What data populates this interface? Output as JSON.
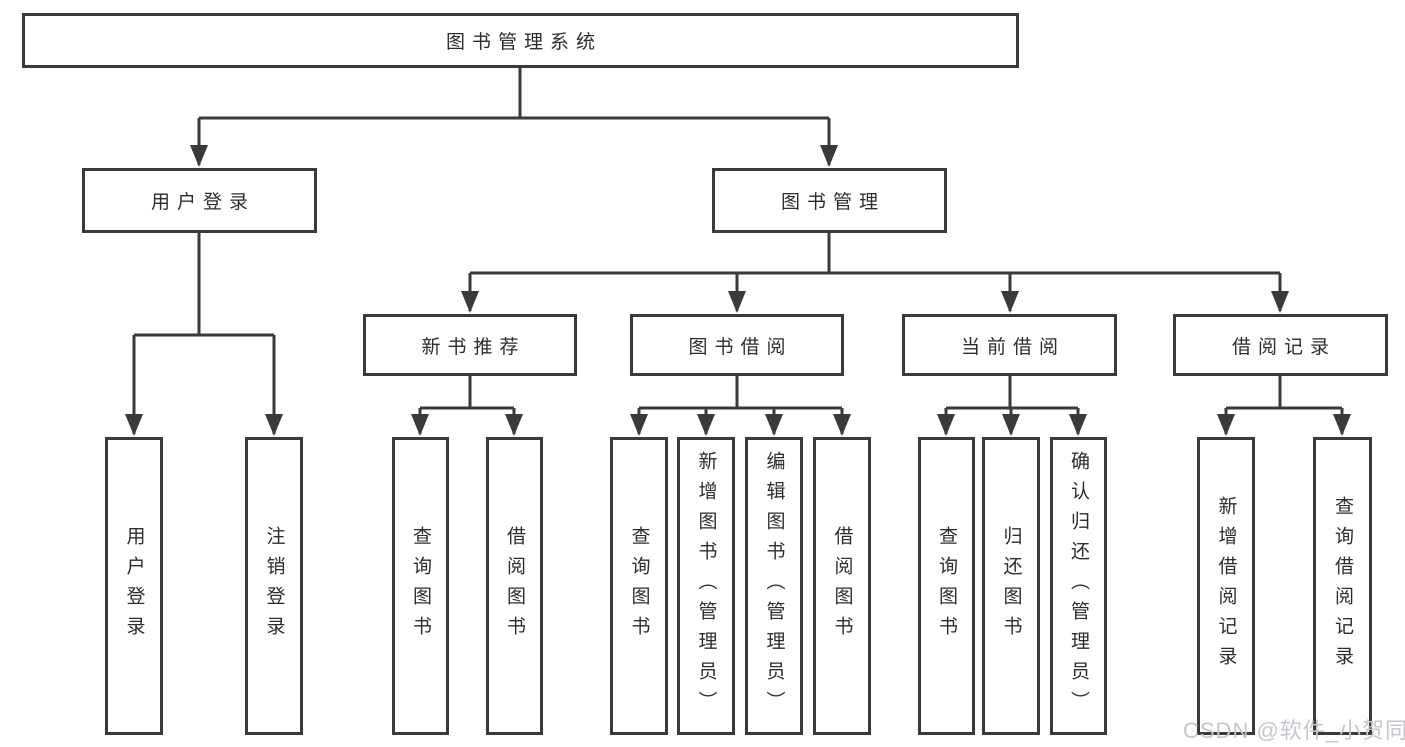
{
  "tree": {
    "root": "图书管理系统",
    "branches": [
      {
        "label": "用户登录",
        "children": [
          "用户登录",
          "注销登录"
        ]
      },
      {
        "label": "图书管理",
        "groups": [
          {
            "label": "新书推荐",
            "children": [
              "查询图书",
              "借阅图书"
            ]
          },
          {
            "label": "图书借阅",
            "children": [
              "查询图书",
              "新增图书（管理员）",
              "编辑图书（管理员）",
              "借阅图书"
            ]
          },
          {
            "label": "当前借阅",
            "children": [
              "查询图书",
              "归还图书",
              "确认归还（管理员）"
            ]
          },
          {
            "label": "借阅记录",
            "children": [
              "新增借阅记录",
              "查询借阅记录"
            ]
          }
        ]
      }
    ]
  },
  "watermark": {
    "text": "CSDN @软件_小贺同学"
  },
  "colors": {
    "line": "#3a3a3a",
    "text": "#2d2d2d",
    "box_background": "#ffffff",
    "watermark": "#c6c6ce"
  }
}
